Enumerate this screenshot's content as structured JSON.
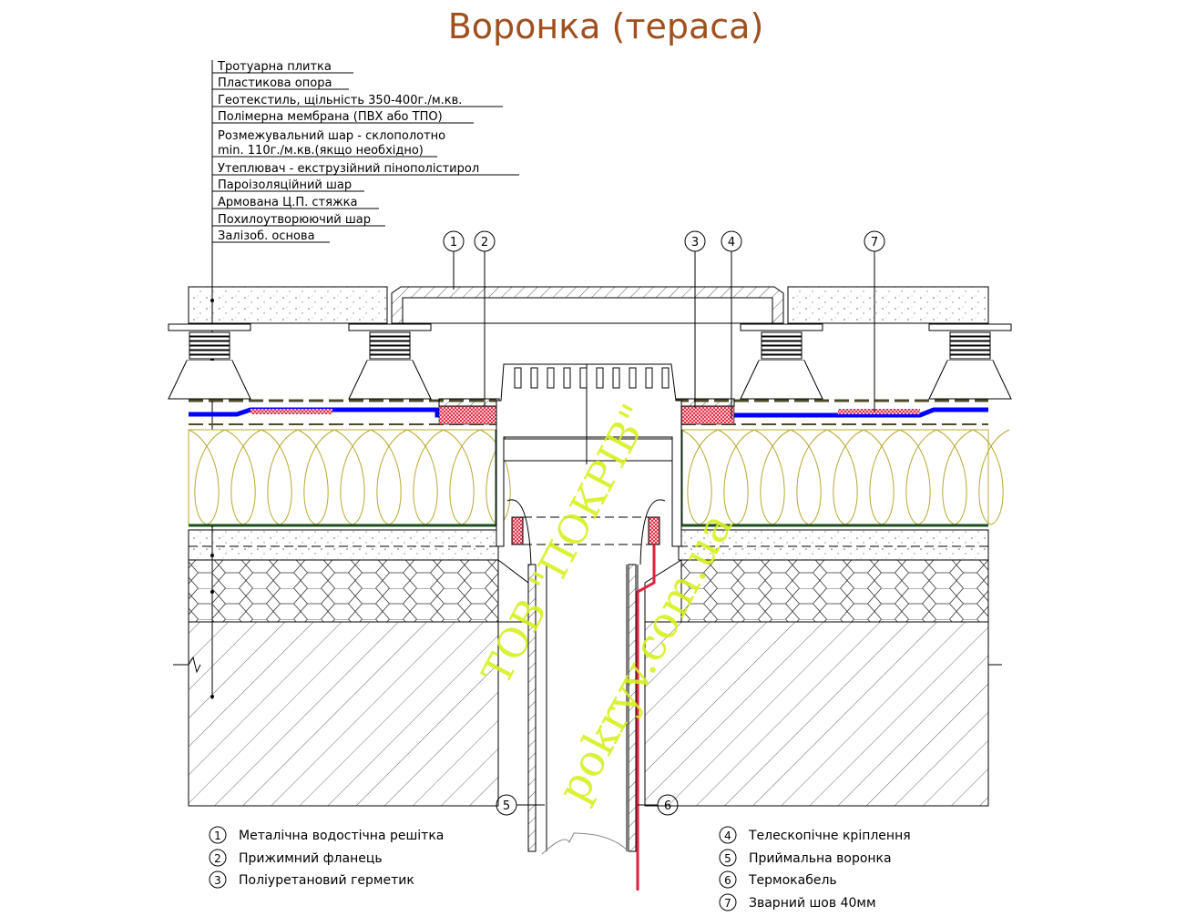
{
  "title": "Воронка (тераса)",
  "layers": [
    "Тротуарна плитка",
    "Пластикова опора",
    "Геотекстиль, щільність 350-400г./м.кв.",
    "Полімерна мембрана (ПВХ або ТПО)",
    "Розмежувальний шар - склополотно",
    "min. 110г./м.кв.(якщо необхідно)",
    "Утеплювач - екструзійний пінополістирол",
    "Пароізоляційний шар",
    "Армована Ц.П. стяжка",
    "Похилоутворюючий шар",
    "Залізоб. основа"
  ],
  "callouts": [
    "1",
    "2",
    "3",
    "4",
    "5",
    "6",
    "7"
  ],
  "legend": [
    {
      "num": "1",
      "text": "Металічна водостічна решітка"
    },
    {
      "num": "2",
      "text": "Прижимний фланець"
    },
    {
      "num": "3",
      "text": "Поліуретановий герметик"
    },
    {
      "num": "4",
      "text": "Телескопічне кріплення"
    },
    {
      "num": "5",
      "text": "Приймальна воронка"
    },
    {
      "num": "6",
      "text": "Термокабель"
    },
    {
      "num": "7",
      "text": "Зварний шов 40мм"
    }
  ],
  "watermark": [
    "ТОВ \"ПОКРІВ\"",
    "pokryv.com.ua"
  ],
  "colors": {
    "title": "#a0501e",
    "membrane": "#0000ff",
    "geotextile": "#4b4b2a",
    "vapor": "#1e4d1e",
    "insulation": "#b8a832",
    "sealant": "#e0203a",
    "watermark": "#d8f020"
  }
}
